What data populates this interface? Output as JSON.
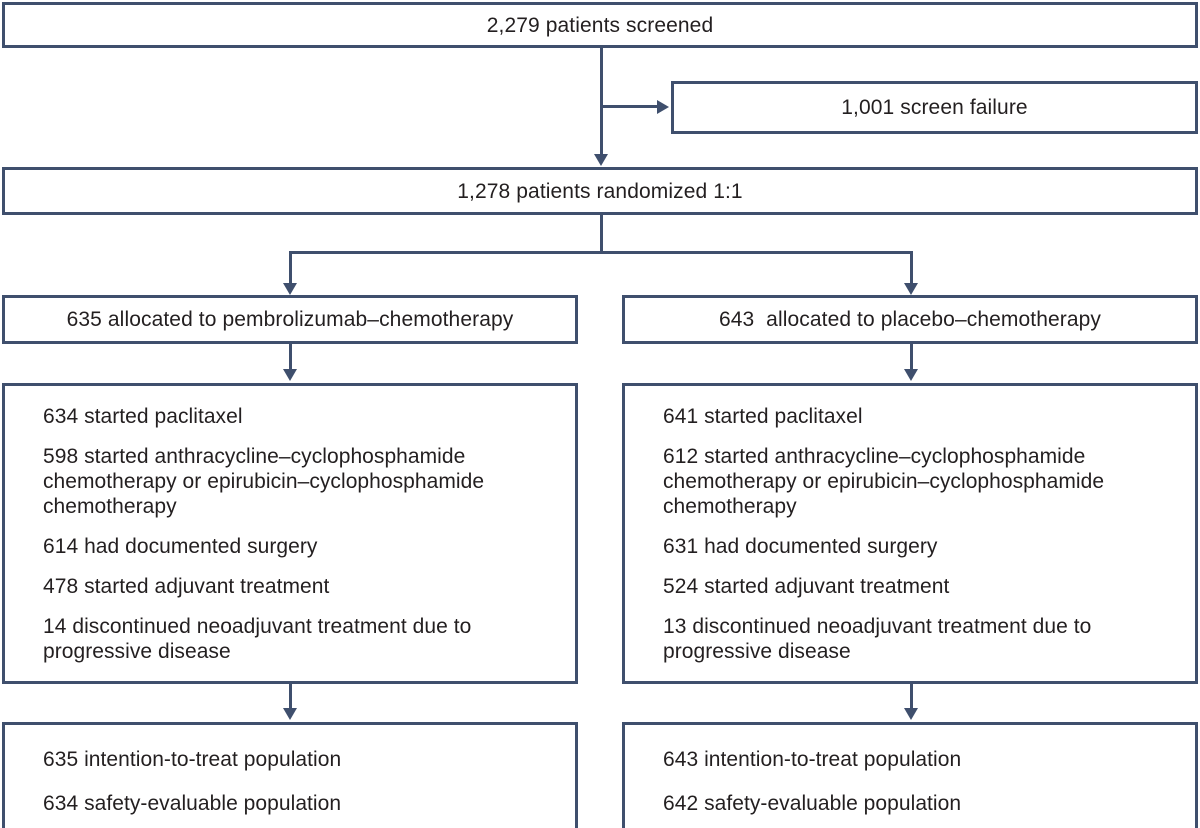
{
  "diagram": {
    "title": "CONSORT patient flow diagram",
    "accent_color": "#3f4f6d",
    "text_color": "#231f20",
    "background_color": "#ffffff"
  },
  "nodes": {
    "screened": {
      "label": "2,279 patients screened"
    },
    "screen_failure": {
      "label": "1,001 screen failure"
    },
    "randomized": {
      "label": "1,278 patients randomized 1:1"
    },
    "allocated_left": {
      "label": "635 allocated to pembrolizumab–chemotherapy"
    },
    "allocated_right": {
      "label": "643  allocated to placebo–chemotherapy"
    },
    "treatment_left": {
      "lines": [
        "634 started paclitaxel",
        "598 started anthracycline–cyclophosphamide chemotherapy or epirubicin–cyclophosphamide chemotherapy",
        "614 had documented surgery",
        "478 started adjuvant treatment",
        "14 discontinued neoadjuvant treatment due to progressive disease"
      ]
    },
    "treatment_right": {
      "lines": [
        "641 started paclitaxel",
        "612 started anthracycline–cyclophosphamide chemotherapy or epirubicin–cyclophosphamide chemotherapy",
        "631 had documented surgery",
        "524 started adjuvant treatment",
        "13 discontinued neoadjuvant treatment due to progressive disease"
      ]
    },
    "population_left": {
      "lines": [
        "635 intention-to-treat population",
        "634 safety-evaluable population"
      ]
    },
    "population_right": {
      "lines": [
        "643 intention-to-treat population",
        "642 safety-evaluable population"
      ]
    }
  },
  "counts": {
    "screened": 2279,
    "screen_failure": 1001,
    "randomized": 1278,
    "allocated_pembrolizumab": 635,
    "allocated_placebo": 643,
    "pembrolizumab_started_paclitaxel": 634,
    "pembrolizumab_started_ac_ec": 598,
    "pembrolizumab_documented_surgery": 614,
    "pembrolizumab_started_adjuvant": 478,
    "pembrolizumab_discontinued_pd": 14,
    "placebo_started_paclitaxel": 641,
    "placebo_started_ac_ec": 612,
    "placebo_documented_surgery": 631,
    "placebo_started_adjuvant": 524,
    "placebo_discontinued_pd": 13,
    "pembrolizumab_itt": 635,
    "pembrolizumab_safety": 634,
    "placebo_itt": 643,
    "placebo_safety": 642
  }
}
